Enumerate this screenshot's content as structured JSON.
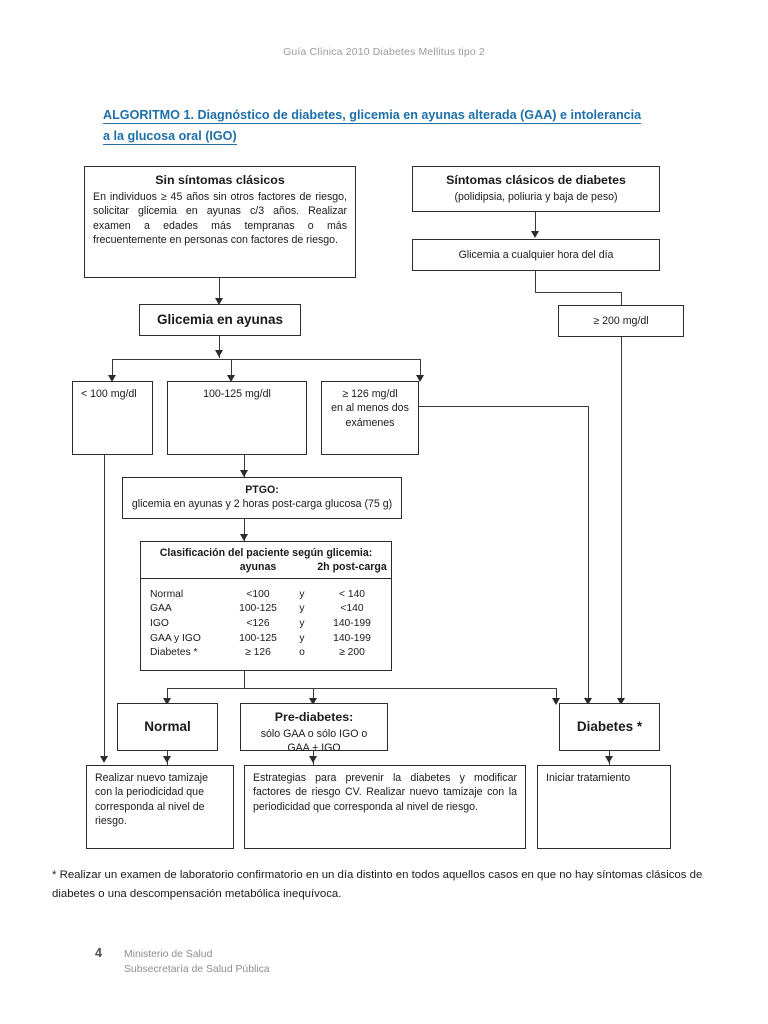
{
  "header": {
    "running_head": "Guía Clínica 2010 Diabetes Mellitus tipo 2",
    "algorithm_title": "ALGORITMO 1. Diagnóstico de diabetes, glicemia en ayunas alterada (GAA) e intolerancia a la glucosa oral (IGO)"
  },
  "flow": {
    "no_symptoms": {
      "title": "Sin síntomas clásicos",
      "body": "En individuos ≥ 45 años sin otros factores de riesgo, solicitar glicemia en ayunas c/3 años. Realizar examen a edades más tempranas o más frecuentemente en personas con factores de riesgo."
    },
    "classic_symptoms": {
      "title": "Síntomas clásicos de diabetes",
      "subtitle": "(polidipsia, poliuria y baja de peso)"
    },
    "any_time_glycemia": "Glicemia a cualquier hora del día",
    "threshold_200": "≥ 200 mg/dl",
    "fasting_glycemia": "Glicemia en ayunas",
    "branch_low": "< 100 mg/dl",
    "branch_mid": "100-125 mg/dl",
    "branch_high_line1": "≥ 126 mg/dl",
    "branch_high_line2": "en al menos dos",
    "branch_high_line3": "exámenes",
    "ptgo": {
      "title": "PTGO:",
      "body": "glicemia en ayunas y 2 horas post-carga glucosa (75 g)"
    },
    "outcome_normal": "Normal",
    "outcome_prediabetes": {
      "title": "Pre-diabetes:",
      "line1": "sólo GAA o sólo IGO o",
      "line2": "GAA + IGO"
    },
    "outcome_diabetes": "Diabetes *",
    "action_normal": "Realizar nuevo tamizaje con la periodicidad que corresponda al nivel de riesgo.",
    "action_prediabetes": "Estrategias para prevenir la diabetes y modificar factores de riesgo CV. Realizar nuevo tamizaje con la periodicidad que corresponda al nivel de riesgo.",
    "action_diabetes": "Iniciar tratamiento"
  },
  "classification": {
    "title": "Clasificación del paciente según glicemia:",
    "col_fasting": "ayunas",
    "col_post": "2h post-carga",
    "rows": [
      {
        "label": "Normal",
        "fasting": "<100",
        "conj": "y",
        "post": "< 140"
      },
      {
        "label": "GAA",
        "fasting": "100-125",
        "conj": "y",
        "post": "<140"
      },
      {
        "label": "IGO",
        "fasting": "<126",
        "conj": "y",
        "post": "140-199"
      },
      {
        "label": "GAA y IGO",
        "fasting": "100-125",
        "conj": "y",
        "post": "140-199"
      },
      {
        "label": "Diabetes *",
        "fasting": "≥ 126",
        "conj": "o",
        "post": "≥ 200"
      }
    ]
  },
  "footnote": "*  Realizar un examen de laboratorio confirmatorio en un día distinto en todos aquellos casos en que no hay síntomas clásicos de diabetes o una descompensación metabólica inequívoca.",
  "footer": {
    "page_number": "4",
    "organization": "Ministerio de Salud",
    "department": "Subsecretaría de Salud Pública"
  },
  "colors": {
    "title_blue": "#1f6fa8",
    "rule": "#2b2b2b",
    "muted": "#9b9b9b"
  }
}
